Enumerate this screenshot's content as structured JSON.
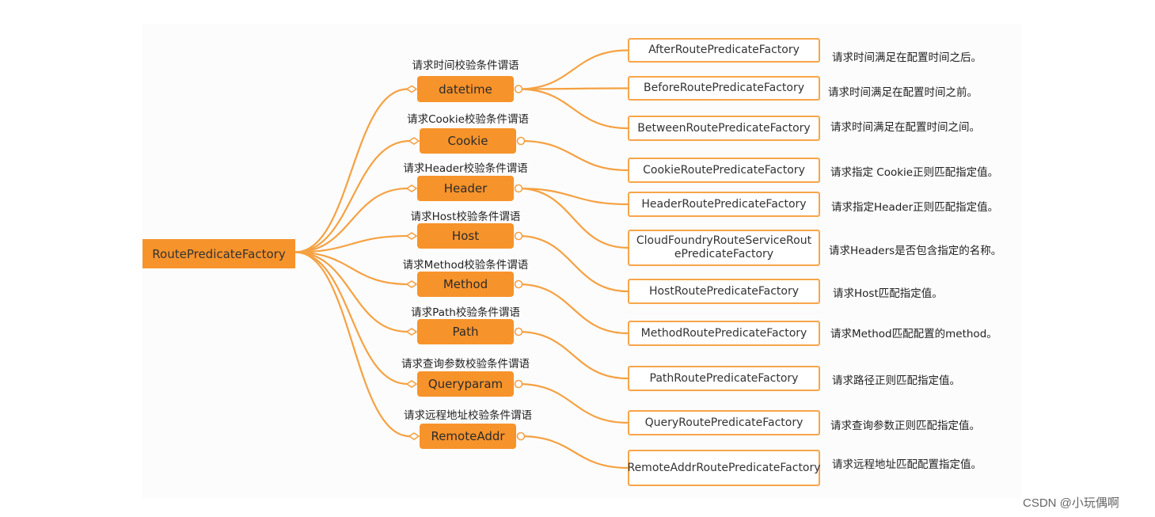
{
  "root": "RoutePredicateFactory",
  "branches": [
    {
      "label": "datetime",
      "caption": "请求时间校验条件谓语"
    },
    {
      "label": "Cookie",
      "caption": "请求Cookie校验条件谓语"
    },
    {
      "label": "Header",
      "caption": "请求Header校验条件谓语"
    },
    {
      "label": "Host",
      "caption": "请求Host校验条件谓语"
    },
    {
      "label": "Method",
      "caption": "请求Method校验条件谓语"
    },
    {
      "label": "Path",
      "caption": "请求Path校验条件谓语"
    },
    {
      "label": "Queryparam",
      "caption": "请求查询参数校验条件谓语"
    },
    {
      "label": "RemoteAddr",
      "caption": "请求远程地址校验条件谓语"
    }
  ],
  "leaves": [
    {
      "label": "AfterRoutePredicateFactory",
      "desc": "请求时间满足在配置时间之后。"
    },
    {
      "label": "BeforeRoutePredicateFactory",
      "desc": "请求时间满足在配置时间之前。"
    },
    {
      "label": "BetweenRoutePredicateFactory",
      "desc": "请求时间满足在配置时间之间。"
    },
    {
      "label": "CookieRoutePredicateFactory",
      "desc": "请求指定 Cookie正则匹配指定值。"
    },
    {
      "label": "HeaderRoutePredicateFactory",
      "desc": "请求指定Header正则匹配指定值。"
    },
    {
      "label": "CloudFoundryRouteServiceRoutePredicateFactory",
      "desc": "请求Headers是否包含指定的名称。"
    },
    {
      "label": "HostRoutePredicateFactory",
      "desc": "请求Host匹配指定值。"
    },
    {
      "label": "MethodRoutePredicateFactory",
      "desc": "请求Method匹配配置的method。"
    },
    {
      "label": "PathRoutePredicateFactory",
      "desc": "请求路径正则匹配指定值。"
    },
    {
      "label": "QueryRoutePredicateFactory",
      "desc": "请求查询参数正则匹配指定值。"
    },
    {
      "label": "RemoteAddrRoutePredicateFactory",
      "desc": "请求远程地址匹配配置指定值。"
    }
  ],
  "watermark": "CSDN @小玩偶啊",
  "colors": {
    "accent": "#f7932b",
    "line": "#f5a142"
  }
}
